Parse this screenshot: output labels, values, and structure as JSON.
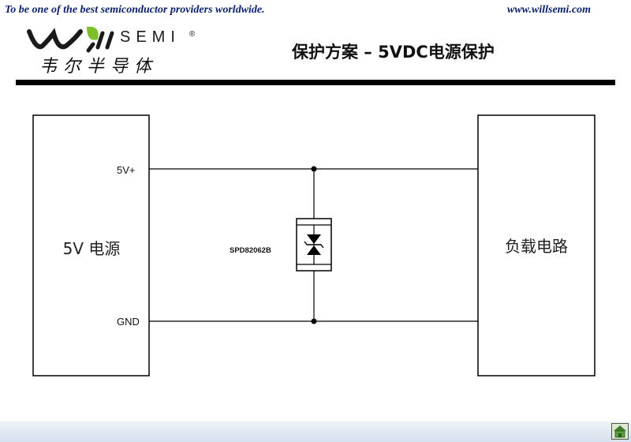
{
  "header": {
    "logo_semi": "SEMI",
    "logo_reg": "®",
    "logo_cn": "韦尔半导体",
    "title": "保护方案 – 5VDC电源保护"
  },
  "diagram": {
    "source_box": "5V 电源",
    "load_box": "负载电路",
    "net_top": "5V+",
    "net_bottom": "GND",
    "part": "SPD82062B"
  },
  "footer": {
    "slogan": "To be one of the best semiconductor providers worldwide.",
    "url": "www.willsemi.com",
    "home_icon": "home-icon"
  },
  "colors": {
    "footer_text": "#0a1f6e",
    "rule": "#000000"
  }
}
